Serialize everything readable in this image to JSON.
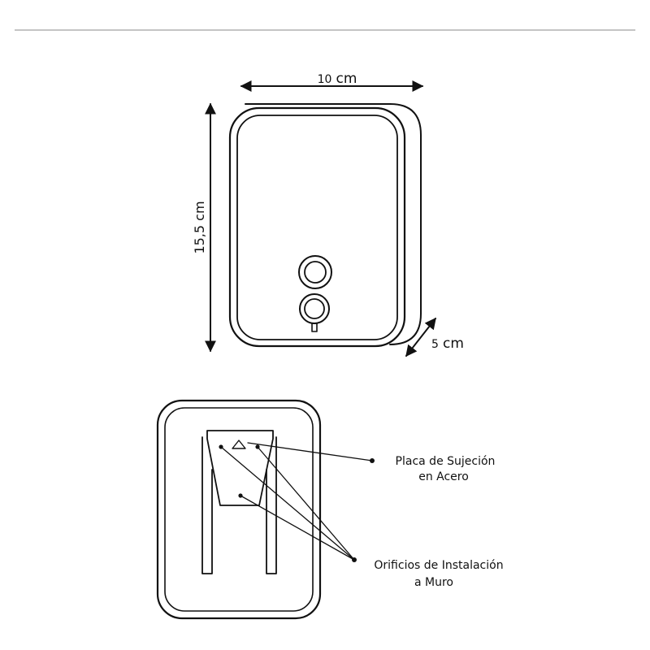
{
  "dimensions": {
    "width": {
      "value": "10",
      "unit": "cm"
    },
    "height": "15,5 cm",
    "depth": {
      "value": "5",
      "unit": "cm"
    }
  },
  "callouts": {
    "plate": {
      "line1": "Placa de Sujeción",
      "line2": "en Acero"
    },
    "holes": {
      "line1": "Orificios de Instalación",
      "line2": "a Muro"
    }
  },
  "colors": {
    "line": "#111111",
    "divider": "#8a8a8a",
    "background": "#ffffff"
  }
}
